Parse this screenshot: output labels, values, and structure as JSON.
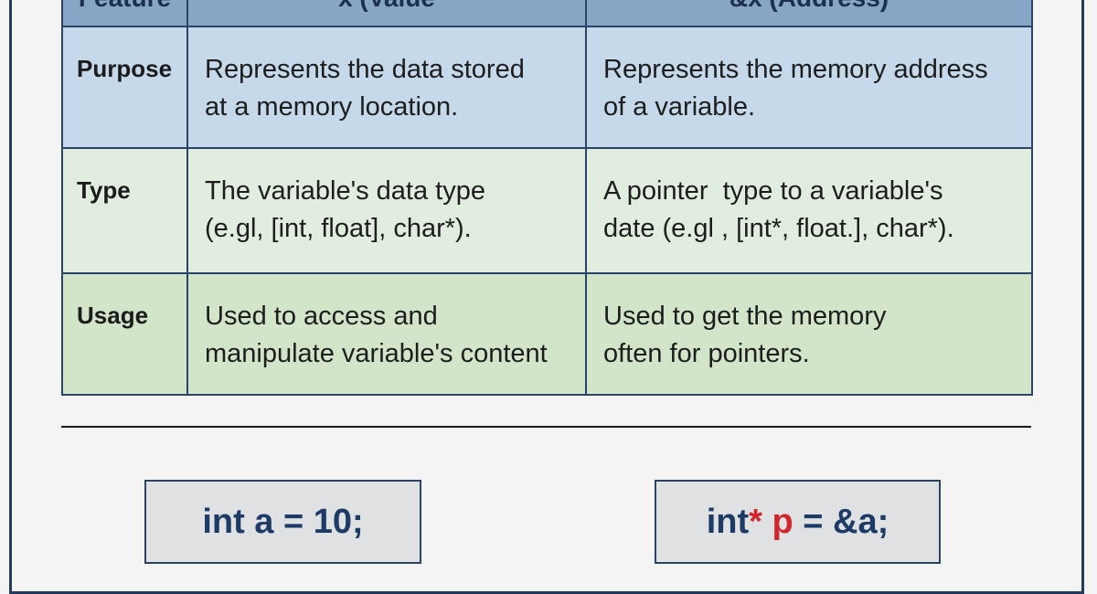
{
  "table": {
    "headers": [
      "Feature",
      "x (Value",
      "&x (Address)"
    ],
    "rows": [
      {
        "feature": "Purpose",
        "value_line1": "Represents the data stored",
        "value_line2": "at a memory location.",
        "address_line1": "Represents the memory address",
        "address_line2": "of a variable."
      },
      {
        "feature": "Type",
        "value_line1": "The variable's data type",
        "value_line2": "(e.gl, [int, float], char*).",
        "address_line1": "A pointer  type to a variable's",
        "address_line2": "date (e.gl , [int*, float.], char*)."
      },
      {
        "feature": "Usage",
        "value_line1": "Used to access and",
        "value_line2": "manipulate variable's content",
        "address_line1": "Used to get the memory",
        "address_line2": "often for pointers."
      }
    ]
  },
  "code": {
    "left": "int a = 10;",
    "right_part1": "int",
    "right_part2": "*",
    "right_part3": " p",
    "right_part4": " = &a;"
  },
  "colors": {
    "header_bg": "#87a6c6",
    "purpose_bg": "#c5d9ea",
    "type_bg": "#e1eedf",
    "usage_bg": "#d2e5c9",
    "border": "#2a4468",
    "code_text": "#1d3b66",
    "code_accent": "#d1262b"
  }
}
